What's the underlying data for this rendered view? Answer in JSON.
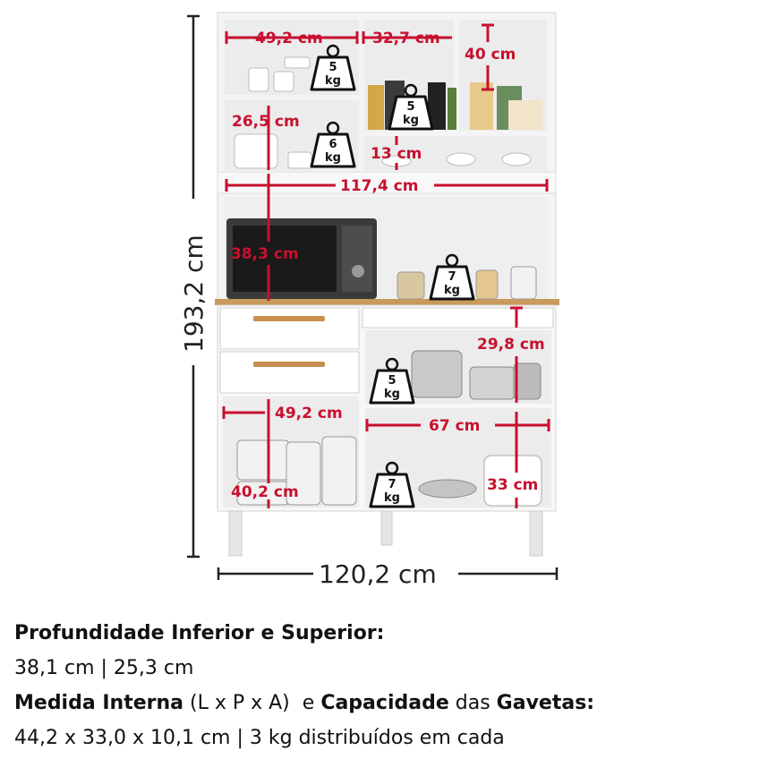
{
  "dimensions": {
    "total_height": "193,2 cm",
    "total_width": "120,2 cm",
    "top_left_niche_width": "49,2 cm",
    "top_mid_niche_width": "32,7 cm",
    "top_right_niche_height": "40 cm",
    "top_left_lower_height": "26,5 cm",
    "top_mid_lower_height": "13 cm",
    "shelf_width": "117,4 cm",
    "microwave_space_height": "38,3 cm",
    "right_upper_niche_height": "29,8 cm",
    "bottom_left_niche_width": "49,2 cm",
    "bottom_left_niche_height": "40,2 cm",
    "bottom_right_width": "67 cm",
    "bottom_right_height": "33 cm"
  },
  "weights": {
    "top_left": {
      "value": "5",
      "unit": "kg"
    },
    "top_mid": {
      "value": "5",
      "unit": "kg"
    },
    "mid_left": {
      "value": "6",
      "unit": "kg"
    },
    "counter": {
      "value": "7",
      "unit": "kg"
    },
    "lower_right": {
      "value": "5",
      "unit": "kg"
    },
    "bottom_right": {
      "value": "7",
      "unit": "kg"
    }
  },
  "specs": {
    "depth_label": "Profundidade Inferior e Superior:",
    "depth_values": "38,1 cm | 25,3 cm",
    "internal_label_bold": "Medida Interna",
    "internal_label_dims": "(L x P x A)",
    "internal_label_and": "e",
    "capacity_label_bold": "Capacidade",
    "capacity_label_of": "das",
    "drawers_label_bold": "Gavetas:",
    "drawer_values": "44,2 x 33,0 x 10,1 cm | 3 kg distribuídos em cada"
  },
  "colors": {
    "dimension_red": "#c8102e",
    "cabinet_white": "#f7f7f7",
    "wood_top": "#c99a5b",
    "handle": "#c98f4f"
  }
}
